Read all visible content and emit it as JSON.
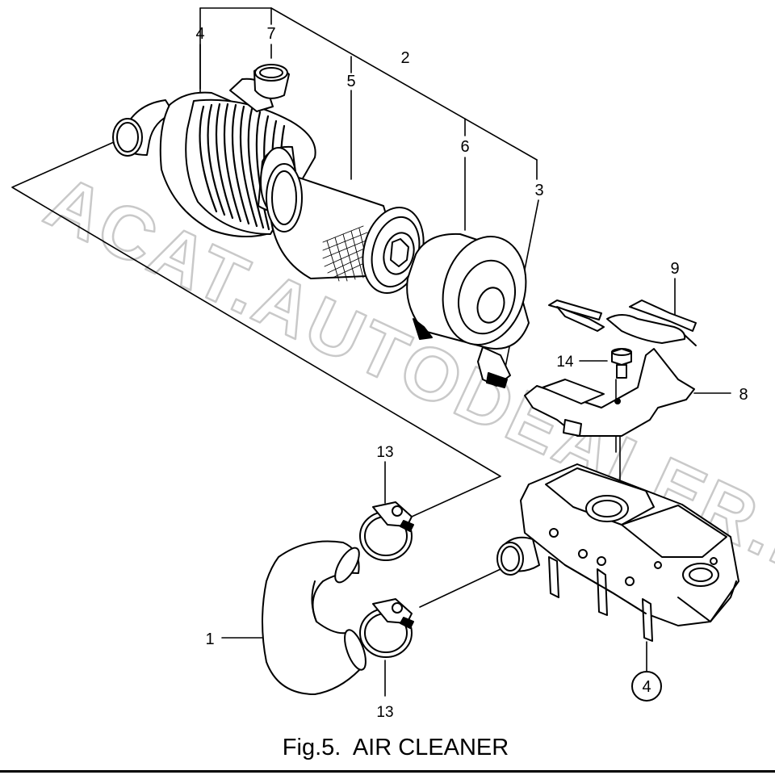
{
  "figure": {
    "caption": "Fig.5.  AIR CLEANER",
    "watermark": "ACAT.AUTODEALER.RU"
  },
  "callouts": [
    {
      "id": "1",
      "label": "1"
    },
    {
      "id": "2",
      "label": "2"
    },
    {
      "id": "3",
      "label": "3"
    },
    {
      "id": "4a",
      "label": "4"
    },
    {
      "id": "4b",
      "label": "4",
      "circled": true
    },
    {
      "id": "5",
      "label": "5"
    },
    {
      "id": "6",
      "label": "6"
    },
    {
      "id": "7",
      "label": "7"
    },
    {
      "id": "8",
      "label": "8"
    },
    {
      "id": "9",
      "label": "9"
    },
    {
      "id": "13a",
      "label": "13"
    },
    {
      "id": "13b",
      "label": "13"
    },
    {
      "id": "14",
      "label": "14"
    }
  ],
  "colors": {
    "line": "#000000",
    "watermark": "#c9c9c9",
    "background": "#ffffff"
  }
}
